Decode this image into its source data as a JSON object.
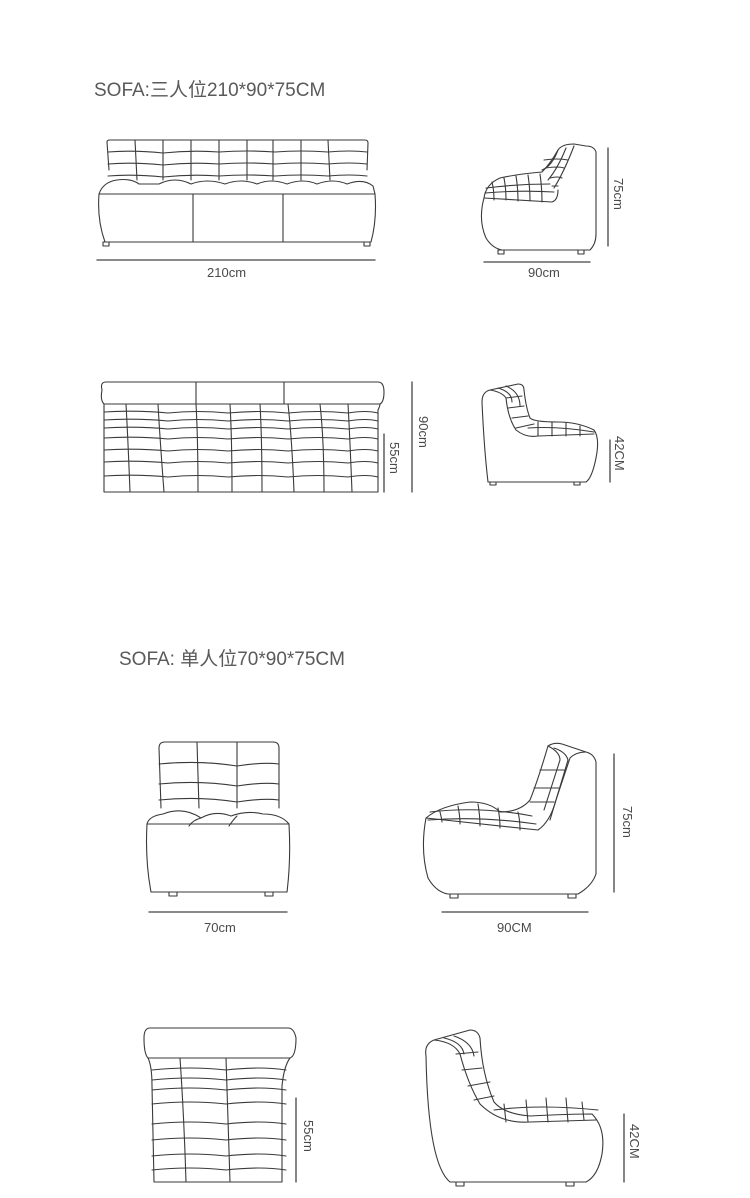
{
  "sections": [
    {
      "title": "SOFA:三人位210*90*75CM",
      "views": {
        "front": {
          "width_label": "210cm"
        },
        "side": {
          "depth_label": "90cm",
          "height_label": "75cm"
        },
        "top": {
          "depth_label": "90cm",
          "seat_depth_label": "55cm"
        },
        "side_alt": {
          "seat_height_label": "42CM"
        }
      }
    },
    {
      "title": "SOFA: 单人位70*90*75CM",
      "views": {
        "front": {
          "width_label": "70cm"
        },
        "side": {
          "depth_label": "90CM",
          "height_label": "75cm"
        },
        "top": {
          "seat_depth_label": "55cm"
        },
        "side_alt": {
          "seat_height_label": "42CM"
        }
      }
    }
  ],
  "colors": {
    "line": "#3a3a3a",
    "text": "#5a5a5a",
    "background": "#ffffff"
  }
}
